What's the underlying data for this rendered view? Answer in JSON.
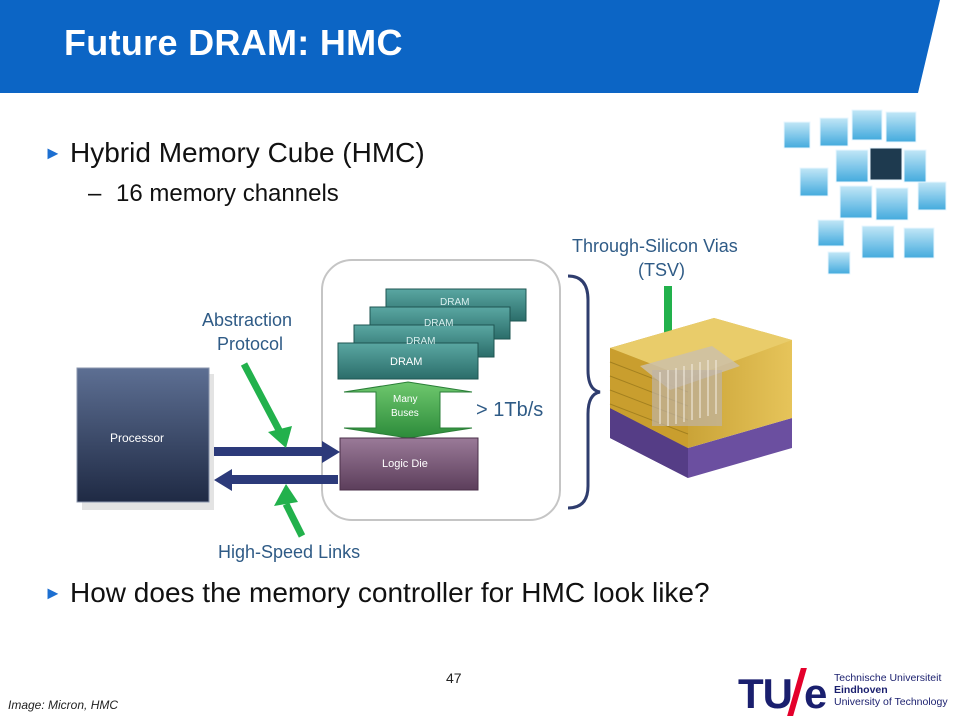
{
  "slide": {
    "title": "Future DRAM: HMC",
    "bullets": [
      {
        "text": "Hybrid Memory Cube (HMC)"
      },
      {
        "text": "How does the memory controller for HMC look like?"
      }
    ],
    "sub_bullet": "16 memory channels",
    "page_number": "47",
    "credit": "Image: Micron, HMC"
  },
  "diagram": {
    "abstraction_label_1": "Abstraction",
    "abstraction_label_2": "Protocol",
    "processor_label": "Processor",
    "dram_label": "DRAM",
    "buses_label_1": "Many",
    "buses_label_2": "Buses",
    "logic_die_label": "Logic Die",
    "bandwidth_label": "> 1Tb/s",
    "tsv_label_1": "Through-Silicon Vias",
    "tsv_label_2": "(TSV)",
    "links_label": "High-Speed Links"
  },
  "logo": {
    "tu": "TU",
    "e": "e",
    "line1": "Technische Universiteit",
    "line2": "Eindhoven",
    "line3": "University of Technology"
  },
  "colors": {
    "header_blue": "#0c65c5",
    "bullet_arrow": "#1c6fd1",
    "green_arrow": "#22b14c",
    "dram_teal": "#3d8a86",
    "logic_die": "#7b5878",
    "processor": "#3a4868",
    "tsv_gold": "#d8b340",
    "tsv_purple": "#6b4fa0"
  }
}
